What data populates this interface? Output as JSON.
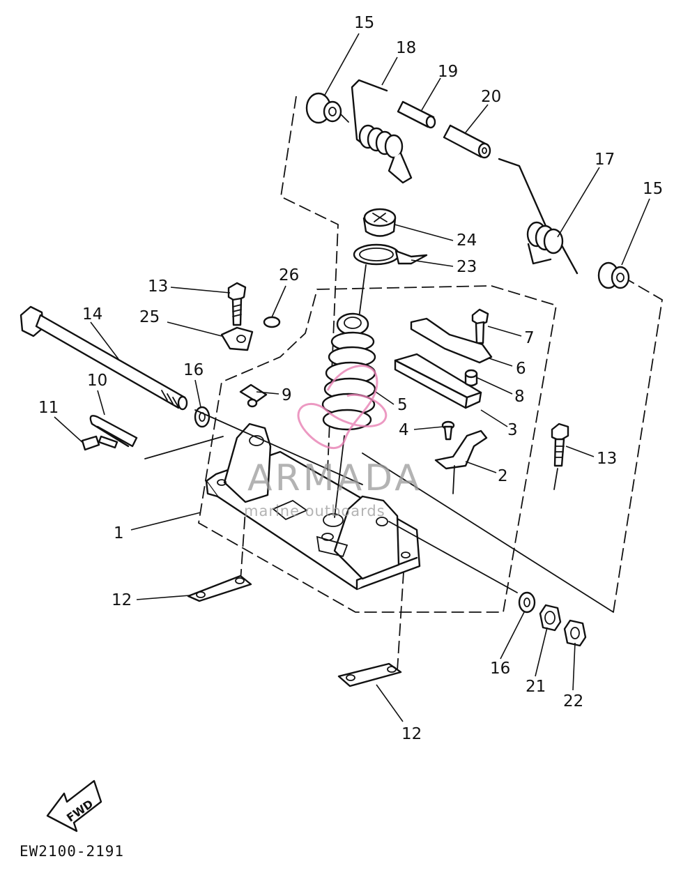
{
  "callouts": [
    {
      "id": "c15a",
      "text": "15"
    },
    {
      "id": "c18",
      "text": "18"
    },
    {
      "id": "c19",
      "text": "19"
    },
    {
      "id": "c20",
      "text": "20"
    },
    {
      "id": "c17",
      "text": "17"
    },
    {
      "id": "c15b",
      "text": "15"
    },
    {
      "id": "c24",
      "text": "24"
    },
    {
      "id": "c23",
      "text": "23"
    },
    {
      "id": "c26",
      "text": "26"
    },
    {
      "id": "c13a",
      "text": "13"
    },
    {
      "id": "c14",
      "text": "14"
    },
    {
      "id": "c25",
      "text": "25"
    },
    {
      "id": "c7",
      "text": "7"
    },
    {
      "id": "c6",
      "text": "6"
    },
    {
      "id": "c8",
      "text": "8"
    },
    {
      "id": "c16a",
      "text": "16"
    },
    {
      "id": "c10",
      "text": "10"
    },
    {
      "id": "c9",
      "text": "9"
    },
    {
      "id": "c5",
      "text": "5"
    },
    {
      "id": "c11",
      "text": "11"
    },
    {
      "id": "c4",
      "text": "4"
    },
    {
      "id": "c3",
      "text": "3"
    },
    {
      "id": "c13b",
      "text": "13"
    },
    {
      "id": "c2",
      "text": "2"
    },
    {
      "id": "c1",
      "text": "1"
    },
    {
      "id": "c12a",
      "text": "12"
    },
    {
      "id": "c16b",
      "text": "16"
    },
    {
      "id": "c21",
      "text": "21"
    },
    {
      "id": "c22",
      "text": "22"
    },
    {
      "id": "c12b",
      "text": "12"
    }
  ],
  "watermark": {
    "brand": "ARMADA",
    "tagline": "marine outboards",
    "color": "#e77fb3"
  },
  "fwd_label": "FWD",
  "drawing_code": "EW2100-2191"
}
